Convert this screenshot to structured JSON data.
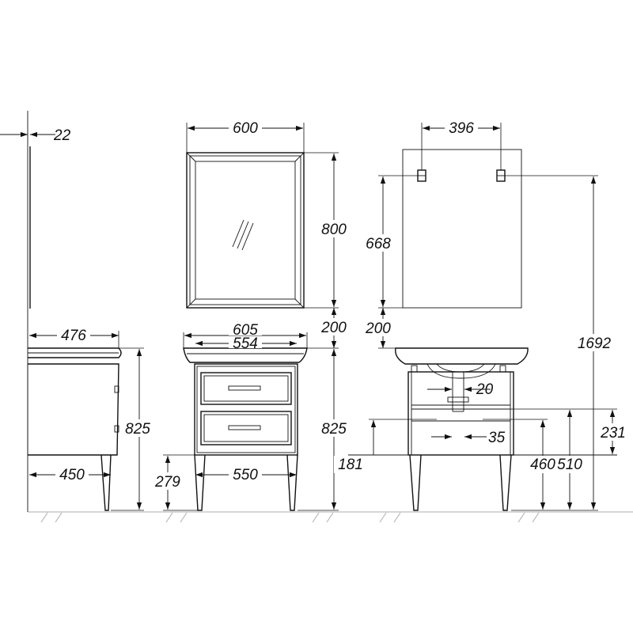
{
  "dimensions": {
    "side_mirror_depth": "22",
    "mirror_width": "600",
    "mirror_height": "800",
    "mount_spacing": "396",
    "mount_height_from_bottom": "668",
    "gap_left": "200",
    "gap_right": "200",
    "total_height": "1692",
    "side_depth_top": "476",
    "side_height": "825",
    "side_legs_depth": "450",
    "basin_width": "605",
    "cabinet_width": "554",
    "front_height": "825",
    "leg_height": "279",
    "legs_width": "550",
    "drain_offset_x": "20",
    "drain_offset_y": "35",
    "pipe_height": "231",
    "dim_181": "181",
    "dim_460": "460",
    "dim_510": "510"
  },
  "colors": {
    "line": "#111111",
    "floor": "#bdbdbd"
  }
}
